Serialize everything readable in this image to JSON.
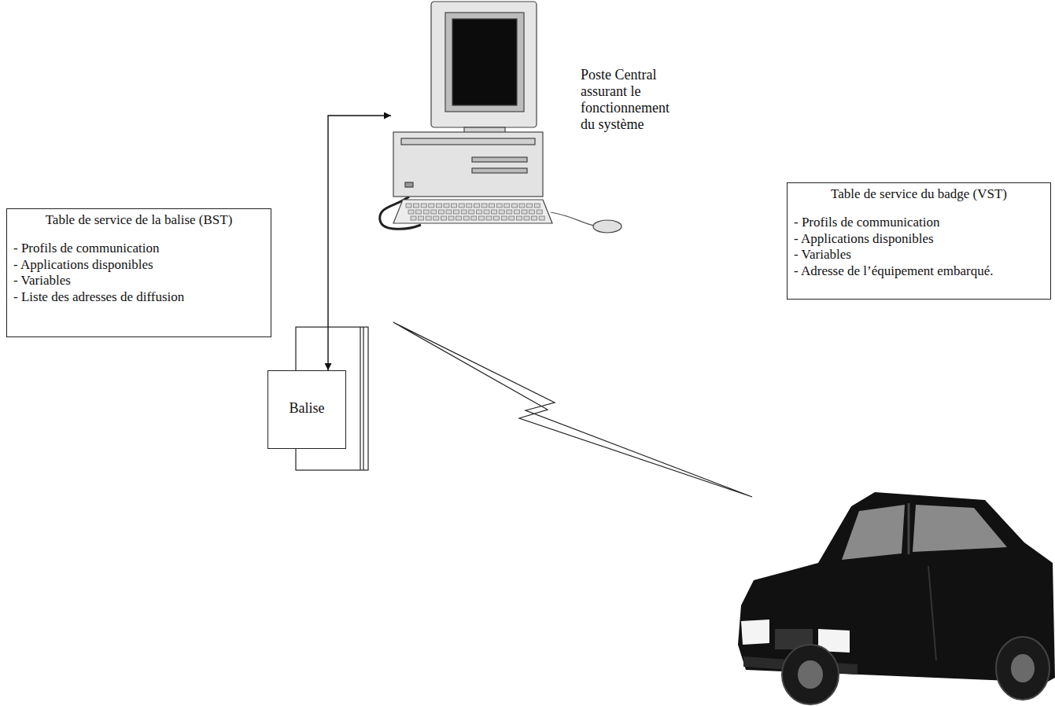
{
  "diagram": {
    "nodes": [
      {
        "text": [
          "Poste Central assurant le fonctionnement du système"
        ]
      },
      {
        "text": [
          "Table de service de la balise (BST)",
          "- Profils de communication",
          "- Applications disponibles",
          "- Variables",
          "- Liste des adresses de diffusion"
        ]
      },
      {
        "text": [
          "Balise"
        ]
      },
      {
        "text": [
          "Table de service du badge (VST)",
          "- Profils de communication",
          "- Applications disponibles",
          "- Variables",
          "- Adresse de l’équipement embarqué."
        ]
      }
    ],
    "edges": [
      {
        "from": 0,
        "to": 2,
        "arrow": "both"
      }
    ]
  }
}
